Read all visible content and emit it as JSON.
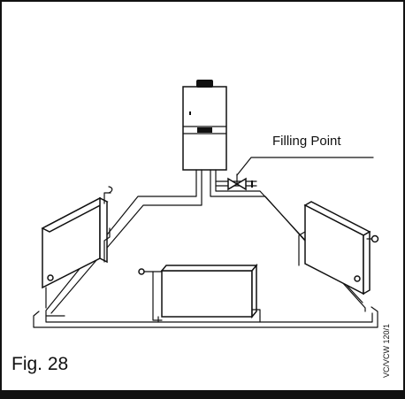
{
  "figure": {
    "caption": "Fig. 28",
    "reference_code": "VC/VCW 120/1"
  },
  "labels": {
    "filling_point": "Filling Point"
  }
}
